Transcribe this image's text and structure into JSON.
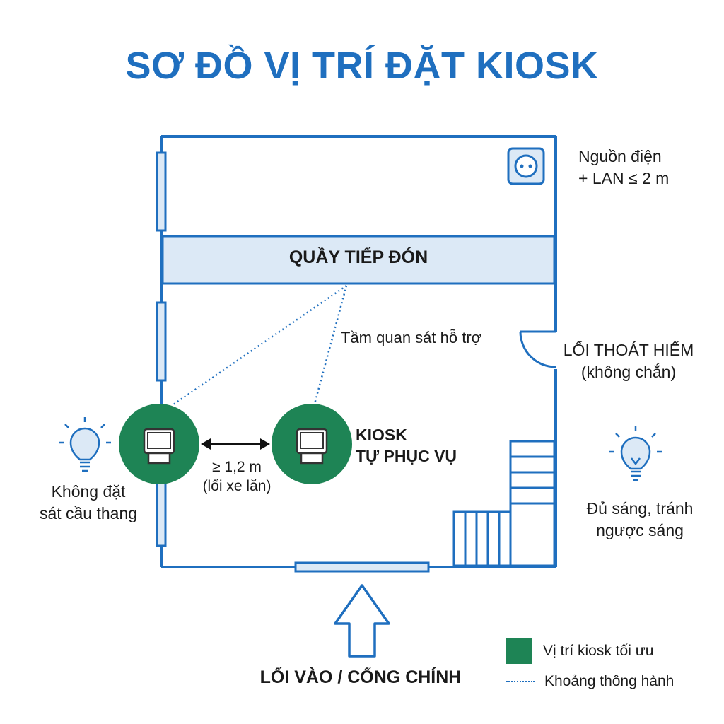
{
  "title": "SƠ ĐỒ VỊ TRÍ ĐẶT KIOSK",
  "reception": {
    "label": "QUẦY TIẾP ĐÓN"
  },
  "notes": {
    "power_line1": "Nguồn điện",
    "power_line2": "+ LAN ≤ 2 m",
    "exit_line1": "LỐI THOÁT HIỂM",
    "exit_line2": "(không chắn)",
    "stairs_line1": "Không đặt",
    "stairs_line2": "sát cầu thang",
    "light_line1": "Đủ sáng, tránh",
    "light_line2": "ngược sáng",
    "sightline": "Tầm quan sát hỗ trợ"
  },
  "kiosk": {
    "label_line1": "KIOSK",
    "label_line2": "TỰ PHỤC VỤ"
  },
  "spacing": {
    "line1": "≥ 1,2 m",
    "line2": "(lối xe lăn)"
  },
  "entrance": {
    "label": "LỐI VÀO / CỔNG CHÍNH"
  },
  "legend": [
    {
      "label": "Vị trí kiosk tối ưu",
      "symbol": "green-square"
    },
    {
      "label": "Khoảng thông hành",
      "symbol": "dotted-line"
    }
  ],
  "colors": {
    "wall": "#1f6fbf",
    "kiosk": "#1e8455",
    "reception_fill": "#dce9f6",
    "title": "#1f6fbf"
  }
}
